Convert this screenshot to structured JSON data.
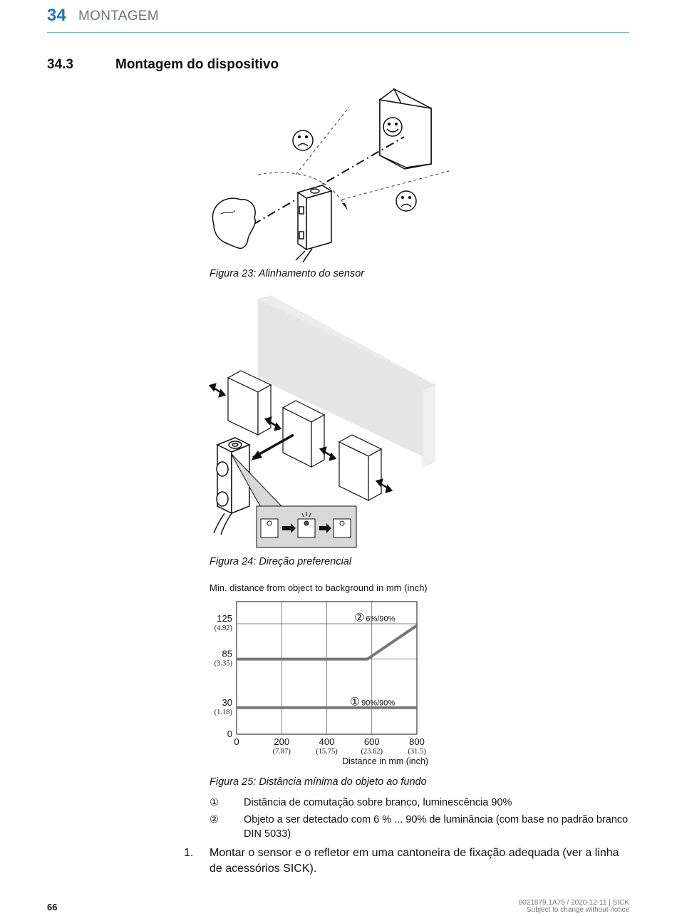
{
  "header": {
    "chapter_number": "34",
    "chapter_title": "MONTAGEM"
  },
  "section": {
    "number": "34.3",
    "title": "Montagem do dispositivo"
  },
  "figures": [
    {
      "caption": "Figura 23: Alinhamento do sensor"
    },
    {
      "caption": "Figura 24: Direção preferencial"
    },
    {
      "caption": "Figura 25: Distância mínima do objeto ao fundo"
    }
  ],
  "chart_data": {
    "type": "line",
    "title": "Min. distance from object to background in mm (inch)",
    "xlabel": "Distance in mm (inch)",
    "xlim": [
      0,
      800
    ],
    "ylim": [
      0,
      150
    ],
    "grid": true,
    "x_ticks": [
      {
        "value": 0,
        "label": "0",
        "sub": ""
      },
      {
        "value": 200,
        "label": "200",
        "sub": "(7.87)"
      },
      {
        "value": 400,
        "label": "400",
        "sub": "(15.75)"
      },
      {
        "value": 600,
        "label": "600",
        "sub": "(23.62)"
      },
      {
        "value": 800,
        "label": "800",
        "sub": "(31.5)"
      }
    ],
    "y_ticks": [
      {
        "value": 0,
        "label": "0",
        "sub": ""
      },
      {
        "value": 30,
        "label": "30",
        "sub": "(1.18)"
      },
      {
        "value": 85,
        "label": "85",
        "sub": "(3.35)"
      },
      {
        "value": 125,
        "label": "125",
        "sub": "(4.92)"
      }
    ],
    "series": [
      {
        "name": "90%/90%",
        "marker": "①",
        "color": "#777777",
        "points": [
          [
            0,
            30
          ],
          [
            800,
            30
          ]
        ],
        "label_at": [
          560,
          36
        ]
      },
      {
        "name": "6%/90%",
        "marker": "②",
        "color": "#777777",
        "points": [
          [
            0,
            85
          ],
          [
            580,
            85
          ],
          [
            800,
            123
          ]
        ],
        "label_at": [
          580,
          131
        ]
      }
    ]
  },
  "legend": [
    {
      "symbol": "①",
      "text": "Distância de comutação sobre branco, luminescência 90%"
    },
    {
      "symbol": "②",
      "text": "Objeto a ser detectado com 6 % ... 90% de luminância (com base no padrão branco DIN 5033)"
    }
  ],
  "steps": [
    {
      "number": "1.",
      "text": "Montar o sensor e o refletor em uma cantoneira de fixação adequada (ver a linha de acessórios SICK)."
    }
  ],
  "footer": {
    "page_number": "66",
    "doc_info": "8021879.1A75 / 2020-12-11 | SICK",
    "notice": "Subject to change without notice"
  }
}
